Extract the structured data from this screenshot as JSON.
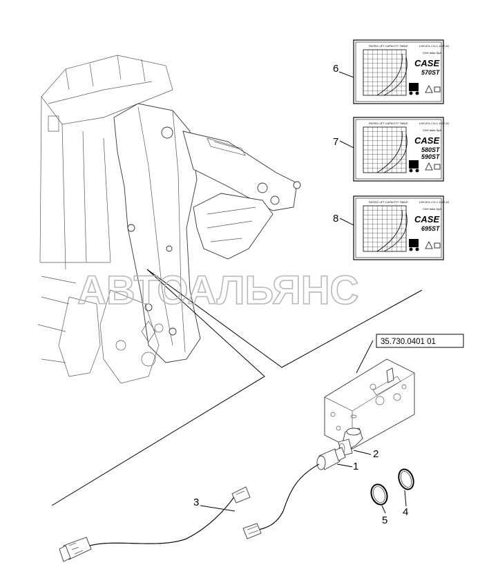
{
  "reference_box": "35.730.0401 01",
  "watermark": "АВТОАЛЬЯНС",
  "callouts": {
    "c1": "1",
    "c2": "2",
    "c3": "3",
    "c4": "4",
    "c5": "5",
    "c6": "6",
    "c7": "7",
    "c8": "8"
  },
  "decals": [
    {
      "table_title": "RATED LIFT CAPACITY TABLE",
      "code": "LNS 874-174-1 102T-A1",
      "maker": "CNH Italia SpA",
      "logo": "CASE",
      "model": "570ST"
    },
    {
      "table_title": "RATED LIFT CAPACITY TABLE",
      "code": "LNS 874-174-1 102T-A1",
      "maker": "CNH Italia SpA",
      "logo": "CASE",
      "model": "580ST",
      "model2": "590ST"
    },
    {
      "table_title": "RATED LIFT CAPACITY TABLE",
      "code": "LNS 874-174-1 102T-A1",
      "maker": "CNH Italia SpA",
      "logo": "CASE",
      "model": "695ST"
    }
  ],
  "colors": {
    "line": "#000000",
    "watermark": "#b8b8b8",
    "background": "#ffffff"
  }
}
